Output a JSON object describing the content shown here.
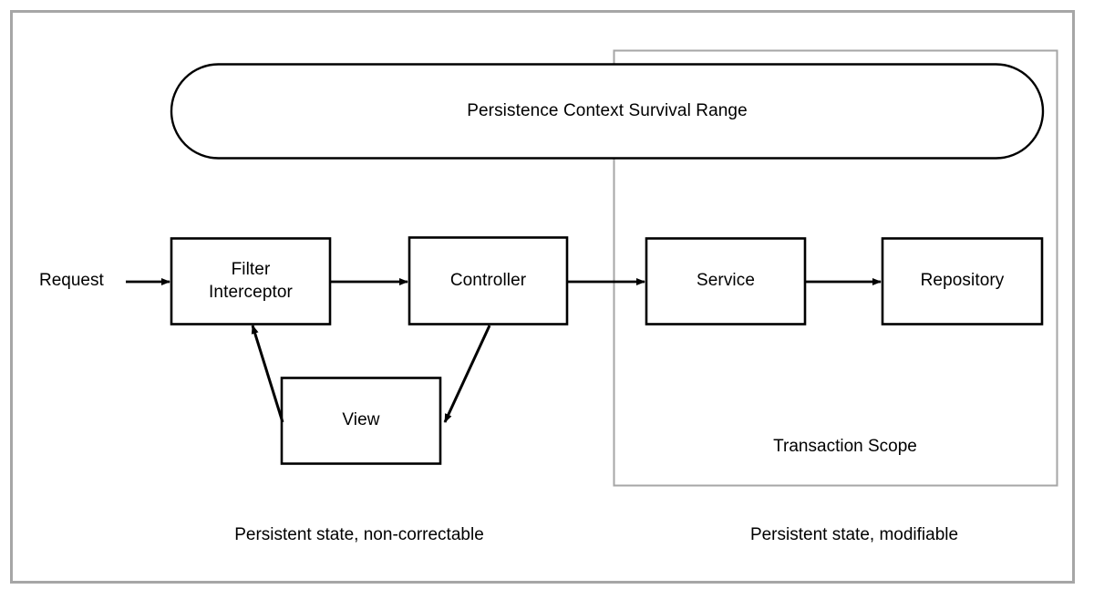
{
  "diagram": {
    "title": "Persistence Context / Transaction Scope architecture diagram",
    "outer_frame": {
      "name": "slide-frame",
      "border_color": "#a6a6a6"
    },
    "scopes": [
      {
        "id": "persistence-context",
        "label": "Persistence Context Survival Range",
        "shape": "stadium",
        "border_color": "#000000"
      },
      {
        "id": "transaction-scope",
        "label": "Transaction Scope",
        "shape": "rectangle",
        "border_color": "#a6a6a6"
      }
    ],
    "nodes": [
      {
        "id": "filter-interceptor",
        "label": "Filter\nInterceptor"
      },
      {
        "id": "controller",
        "label": "Controller"
      },
      {
        "id": "service",
        "label": "Service"
      },
      {
        "id": "repository",
        "label": "Repository"
      },
      {
        "id": "view",
        "label": "View"
      }
    ],
    "entry_label": "Request",
    "edges": [
      {
        "from": "request",
        "to": "filter-interceptor"
      },
      {
        "from": "filter-interceptor",
        "to": "controller"
      },
      {
        "from": "controller",
        "to": "service"
      },
      {
        "from": "service",
        "to": "repository"
      },
      {
        "from": "controller",
        "to": "view"
      },
      {
        "from": "view",
        "to": "filter-interceptor"
      }
    ],
    "captions": [
      {
        "id": "left-caption",
        "text": "Persistent state, non-correctable"
      },
      {
        "id": "right-caption",
        "text": "Persistent state, modifiable"
      }
    ],
    "colors": {
      "stroke": "#000000",
      "frame": "#a6a6a6",
      "background": "#ffffff",
      "text": "#000000"
    }
  }
}
